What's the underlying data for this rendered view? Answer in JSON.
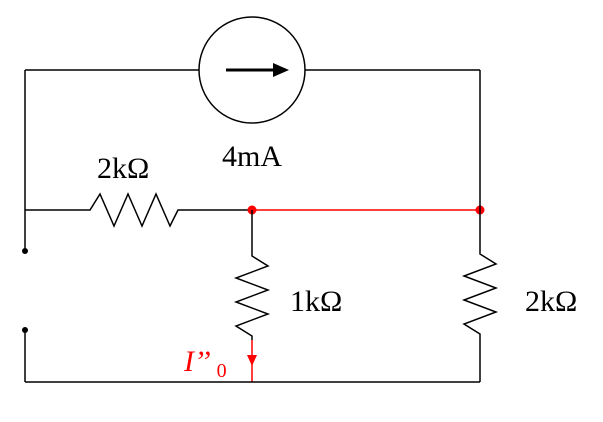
{
  "circuit": {
    "source_label": "4mA",
    "r_series_label": "2kΩ",
    "r_mid_label": "1kΩ",
    "r_right_label": "2kΩ",
    "current_symbol": "I’’",
    "current_subscript": "0"
  },
  "colors": {
    "wire": "#000000",
    "highlight": "#ff0000",
    "background": "#ffffff"
  }
}
